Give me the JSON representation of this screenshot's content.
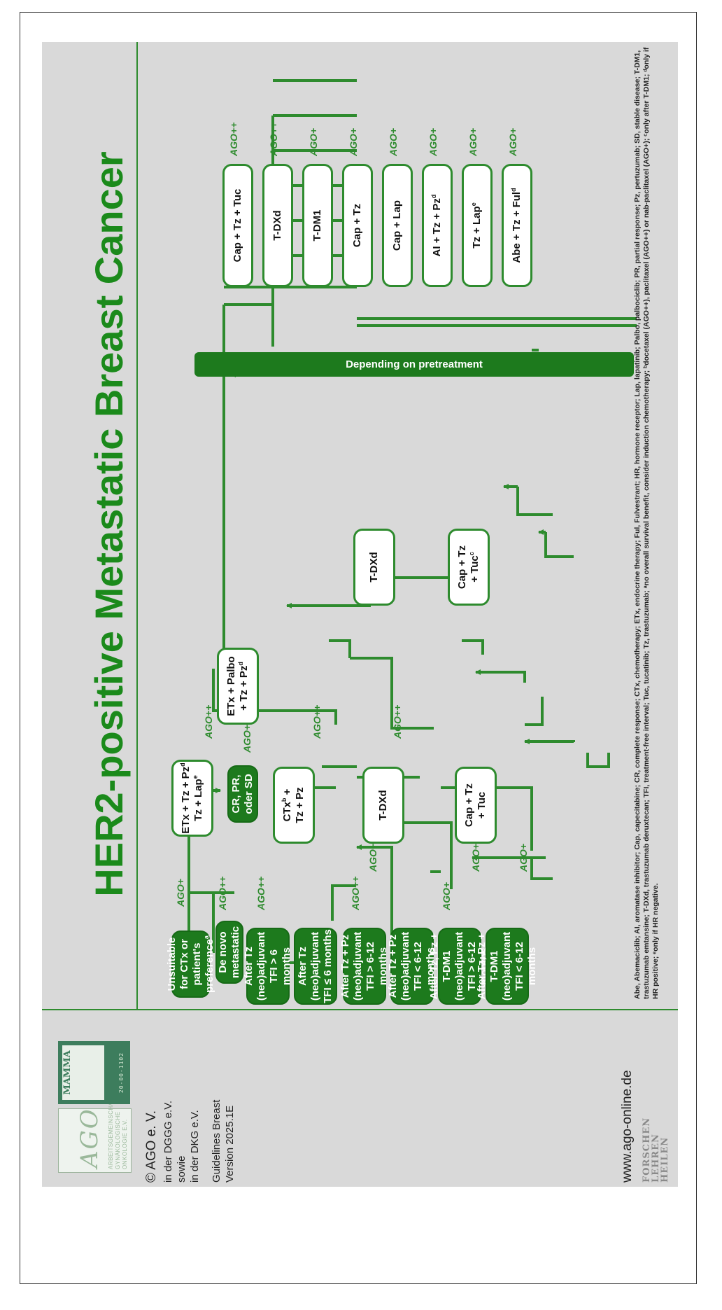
{
  "title": "HER2-positive Metastatic Breast Cancer",
  "sidebar": {
    "copyright": "© AGO e. V.",
    "line1": "in der DGGG e.V.",
    "line2": "sowie",
    "line3": "in der DKG e.V.",
    "guidelines": "Guidelines Breast",
    "version": "Version 2025.1E",
    "website": "www.ago-online.de",
    "motto": [
      "FORSCHEN",
      "LEHREN",
      "HEILEN"
    ],
    "ago_logo_text": "AGO",
    "ago_logo_sub": "ARBEITSGEMEINSCHAFT GYNÄKOLOGISCHE ONKOLOGIE E.V.",
    "mamma_logo_text": "MAMMA",
    "mamma_logo_date": "20-00-1102"
  },
  "inputs": [
    {
      "text": "Unsuitable for CTx or patient's preference",
      "sup": "a"
    },
    {
      "text": "De novo metastatic"
    },
    {
      "text": "After Tz (neo)adjuvant TFI > 6 months"
    },
    {
      "text": "After Tz (neo)adjuvant TFI ≤ 6 months"
    },
    {
      "text": "After Tz + Pz (neo)adjuvant TFI > 6-12 months"
    },
    {
      "text": "After Tz + Pz (neo)adjuvant TFI < 6-12 months"
    },
    {
      "text": "After Tz, Pz + T-DM1 (neo)adjuvant TFI > 6-12 months"
    },
    {
      "text": "After Tz, Pz + T-DM1 (neo)adjuvant TFI < 6-12 months"
    }
  ],
  "first_line": {
    "etx": {
      "l1": "ETx + Tz + Pz",
      "s1": "d",
      "l2": "Tz + Lap",
      "s2": "e"
    },
    "ctx": {
      "l1": "CTx",
      "s1": "b",
      "l1b": " +",
      "l2": "Tz + Pz"
    },
    "tdxd": "T-DXd",
    "captuc": {
      "l1": "Cap + Tz",
      "l2": "+ Tuc"
    }
  },
  "response": "CR, PR, oder SD",
  "maintenance": {
    "l1": "ETx + Palbo",
    "l2": "+ Tz + Pz",
    "s2": "d"
  },
  "second_line": {
    "tdxd": "T-DXd",
    "captuc": {
      "l1": "Cap + Tz",
      "l2": "+ Tuc",
      "s2": "c"
    }
  },
  "depending": "Depending on pretreatment",
  "outcomes": [
    {
      "text": "Cap + Tz + Tuc",
      "grade": "AGO++"
    },
    {
      "text": "T-DXd",
      "grade": "AGO++"
    },
    {
      "text": "T-DM1",
      "grade": "AGO+"
    },
    {
      "text": "Cap + Tz",
      "grade": "AGO+"
    },
    {
      "text": "Cap + Lap",
      "grade": "AGO+"
    },
    {
      "text": "AI + Tz + Pz",
      "sup": "d",
      "grade": "AGO+"
    },
    {
      "text": "Tz + Lap",
      "sup": "e",
      "grade": "AGO+"
    },
    {
      "text": "Abe + Tz + Ful",
      "sup": "d",
      "grade": "AGO+"
    }
  ],
  "grades": {
    "unsuitable": "AGO+",
    "denovo": "AGO++",
    "tfi_gt6": "AGO++",
    "tzpz_gt": "AGO++",
    "tdxd_in": "AGO+",
    "tdm1_gt": "AGO+",
    "captuc_in1": "AGO+",
    "captuc_in2": "AGO+",
    "maint": "AGO+",
    "etx_out": "AGO++",
    "ctx_out": "AGO++",
    "tdxd_out": "AGO++"
  },
  "footnote": "Abe, Abemaciclib; AI, aromatase inhibitor; Cap, capecitabine; CR, complete response; CTx, chemotherapy; ETx, endocrine therapy; Ful, Fulvestrant; HR, hormone receptor; Lap, lapatinib; Palbo, palbociclib; PR, partial response; Pz, pertuzumab; SD, stable disease; T-DM1, trastuzumab emtansine; T-DXd, trastuzumab deruxtecan; TFI, treatment-free interval; Tuc, tucatinib; Tz, trastuzumab; ᵃno overall survival benefit, consider induction chemotherapy; ᵇdocetaxel (AGO++), paclitaxel (AGO++) or nab-paclitaxel (AGO+); ᶜonly after T-DM1; ᵈonly if HR positive; ᵉonly if HR negative."
}
